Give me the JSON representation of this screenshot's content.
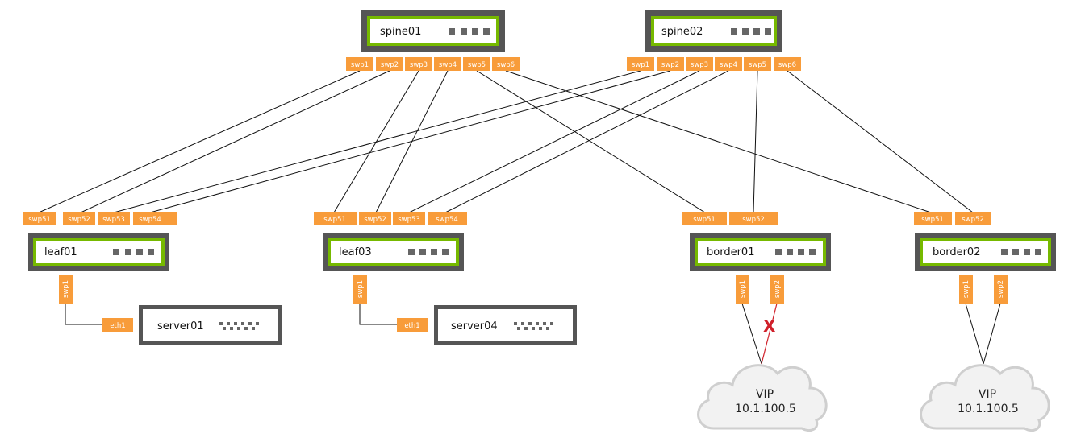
{
  "colors": {
    "switch_outer": "#555555",
    "switch_accent": "#76b900",
    "port": "#f89c3a",
    "link": "#111111",
    "failed_link": "#d0202a",
    "cloud_fill": "#f2f2f2",
    "cloud_stroke": "#cfcfcf"
  },
  "nodes": {
    "spine01": {
      "label": "spine01",
      "kind": "switch"
    },
    "spine02": {
      "label": "spine02",
      "kind": "switch"
    },
    "leaf01": {
      "label": "leaf01",
      "kind": "switch"
    },
    "leaf03": {
      "label": "leaf03",
      "kind": "switch"
    },
    "border01": {
      "label": "border01",
      "kind": "switch"
    },
    "border02": {
      "label": "border02",
      "kind": "switch"
    },
    "server01": {
      "label": "server01",
      "kind": "server"
    },
    "server04": {
      "label": "server04",
      "kind": "server"
    }
  },
  "ports": {
    "spine01": {
      "swp1": "swp1",
      "swp2": "swp2",
      "swp3": "swp3",
      "swp4": "swp4",
      "swp5": "swp5",
      "swp6": "swp6"
    },
    "spine02": {
      "swp1": "swp1",
      "swp2": "swp2",
      "swp3": "swp3",
      "swp4": "swp4",
      "swp5": "swp5",
      "swp6": "swp6"
    },
    "leaf01": {
      "swp51": "swp51",
      "swp52": "swp52",
      "swp53": "swp53",
      "swp54": "swp54",
      "swp1": "swp1"
    },
    "leaf03": {
      "swp51": "swp51",
      "swp52": "swp52",
      "swp53": "swp53",
      "swp54": "swp54",
      "swp1": "swp1"
    },
    "border01": {
      "swp51": "swp51",
      "swp52": "swp52",
      "swp1": "swp1",
      "swp2": "swp2"
    },
    "border02": {
      "swp51": "swp51",
      "swp52": "swp52",
      "swp1": "swp1",
      "swp2": "swp2"
    },
    "server01": {
      "eth1": "eth1"
    },
    "server04": {
      "eth1": "eth1"
    }
  },
  "clouds": {
    "vip1": {
      "title": "VIP",
      "address": "10.1.100.5"
    },
    "vip2": {
      "title": "VIP",
      "address": "10.1.100.5"
    }
  },
  "failure_marker": "X",
  "links": [
    {
      "from": "spine01.swp1",
      "to": "leaf01.swp51"
    },
    {
      "from": "spine01.swp2",
      "to": "leaf01.swp52"
    },
    {
      "from": "spine01.swp3",
      "to": "leaf03.swp51"
    },
    {
      "from": "spine01.swp4",
      "to": "leaf03.swp52"
    },
    {
      "from": "spine01.swp5",
      "to": "border01.swp51"
    },
    {
      "from": "spine01.swp6",
      "to": "border02.swp51"
    },
    {
      "from": "spine02.swp1",
      "to": "leaf01.swp53"
    },
    {
      "from": "spine02.swp2",
      "to": "leaf01.swp54"
    },
    {
      "from": "spine02.swp3",
      "to": "leaf03.swp53"
    },
    {
      "from": "spine02.swp4",
      "to": "leaf03.swp54"
    },
    {
      "from": "spine02.swp5",
      "to": "border01.swp52"
    },
    {
      "from": "spine02.swp6",
      "to": "border02.swp52"
    },
    {
      "from": "leaf01.swp1",
      "to": "server01.eth1"
    },
    {
      "from": "leaf03.swp1",
      "to": "server04.eth1"
    },
    {
      "from": "border01.swp1",
      "to": "vip1"
    },
    {
      "from": "border01.swp2",
      "to": "vip1",
      "status": "failed"
    },
    {
      "from": "border02.swp1",
      "to": "vip2"
    },
    {
      "from": "border02.swp2",
      "to": "vip2"
    }
  ]
}
